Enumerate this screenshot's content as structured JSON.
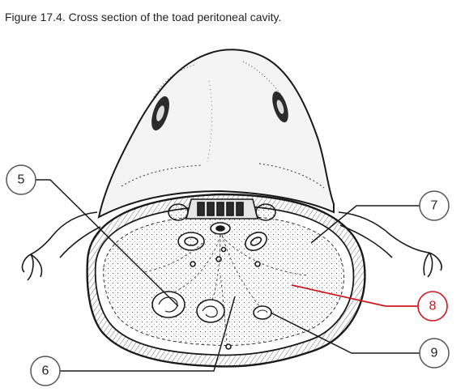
{
  "caption": "Figure 17.4. Cross section of the toad peritoneal cavity.",
  "labels": [
    {
      "id": "5",
      "text": "5",
      "color": "#222222"
    },
    {
      "id": "6",
      "text": "6",
      "color": "#222222"
    },
    {
      "id": "7",
      "text": "7",
      "color": "#222222"
    },
    {
      "id": "8",
      "text": "8",
      "color": "#d0161c"
    },
    {
      "id": "9",
      "text": "9",
      "color": "#222222"
    }
  ],
  "colors": {
    "ink": "#1a1a1a",
    "highlight": "#d0161c"
  }
}
